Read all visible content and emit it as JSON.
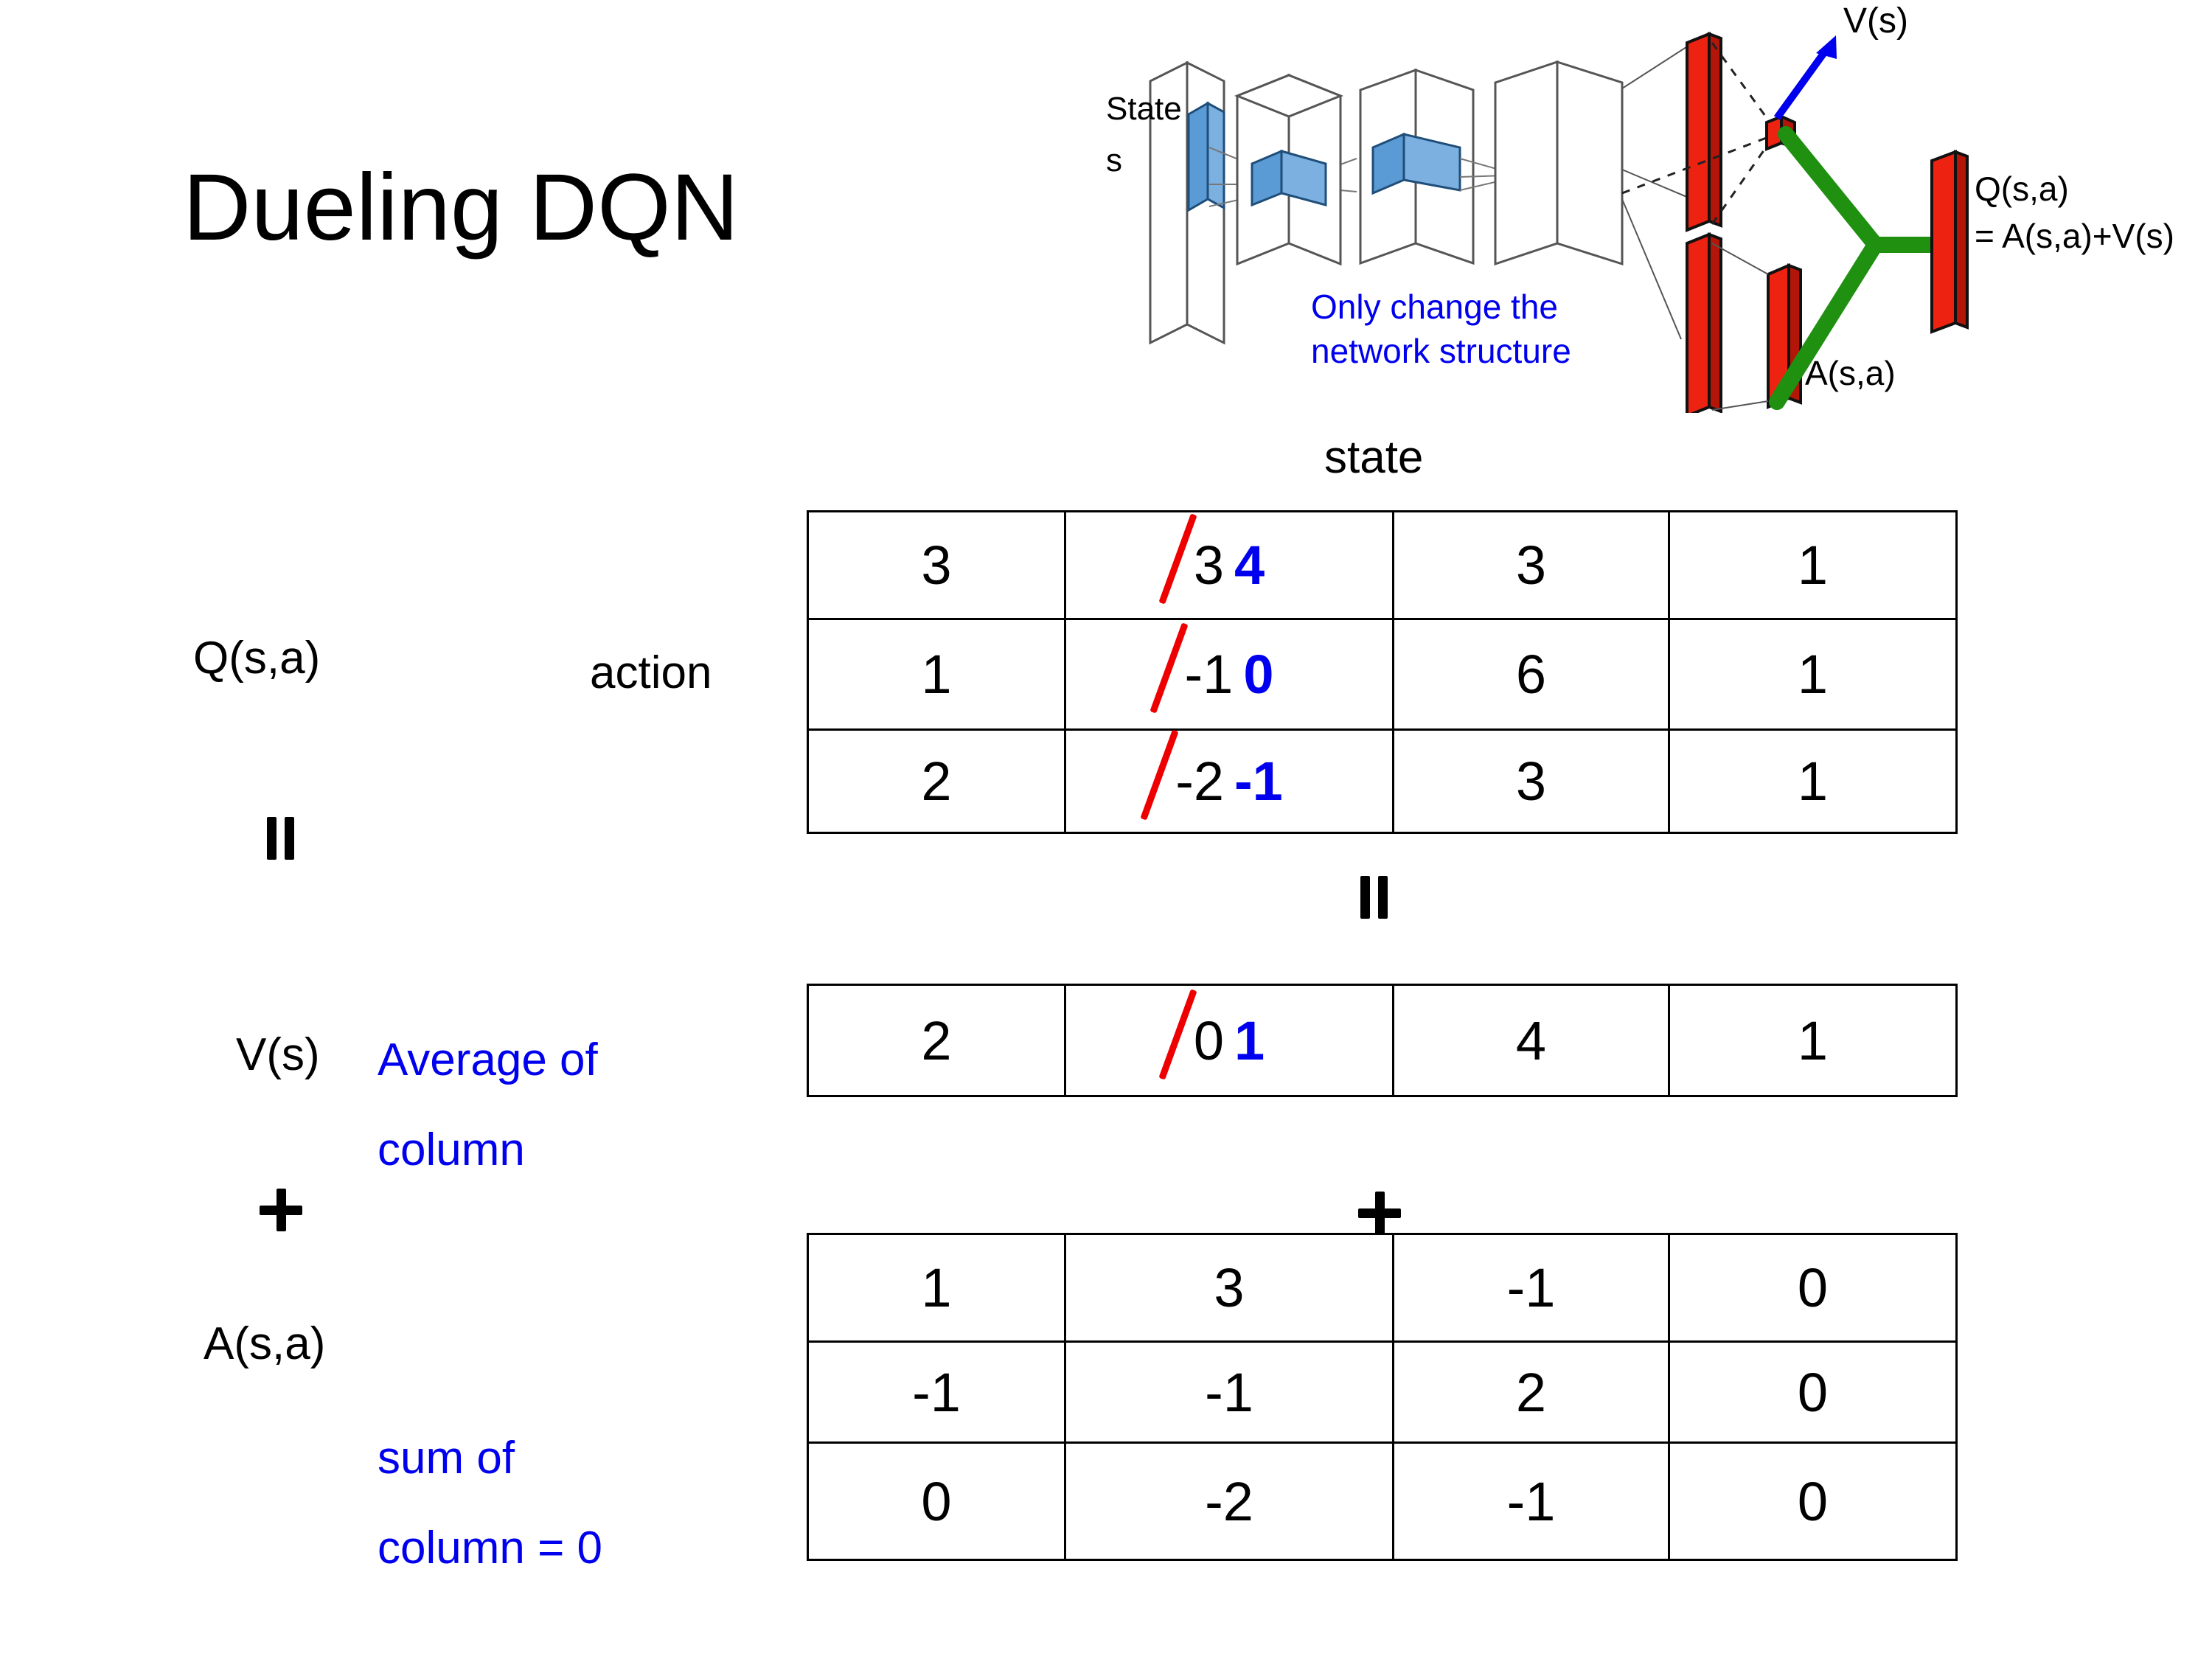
{
  "slide": {
    "title": "Dueling DQN"
  },
  "diagram": {
    "state_label_line1": "State",
    "state_label_line2": "s",
    "note_line1": "Only change the",
    "note_line2": "network structure",
    "value_label": "V(s)",
    "advantage_label": "A(s,a)",
    "q_label_line1": "Q(s,a)",
    "q_label_line2": "= A(s,a)+V(s)",
    "colors": {
      "conv_block": "#ffffff",
      "feature_slab": "#5b9bd5",
      "fc_bar": "#ee2211",
      "combine_link": "#1f9010",
      "value_arrow": "#0000ee",
      "note_text": "#0000ee"
    }
  },
  "labels": {
    "state_header": "state",
    "action_header": "action",
    "q_label": "Q(s,a)",
    "v_label": "V(s)",
    "a_label": "A(s,a)",
    "equals_q_v": "=",
    "equals_table": "=",
    "plus_left": "+",
    "plus_table": "+",
    "avg_note_line1": "Average of",
    "avg_note_line2": "column",
    "sum_note_line1": "sum of",
    "sum_note_line2": "column = 0",
    "annotation_color": "#0000ee",
    "strike_color": "#ee0000"
  },
  "chart_data": {
    "type": "table",
    "title": "Dueling DQN value/advantage decomposition",
    "xlabel": "state",
    "ylabel": "action",
    "tables": [
      {
        "name": "Q(s,a)",
        "rows": 3,
        "cols": 4,
        "values": [
          [
            {
              "value": "3"
            },
            {
              "value": "3",
              "struck": true,
              "replacement": "4"
            },
            {
              "value": "3"
            },
            {
              "value": "1"
            }
          ],
          [
            {
              "value": "1"
            },
            {
              "value": "-1",
              "struck": true,
              "replacement": "0"
            },
            {
              "value": "6"
            },
            {
              "value": "1"
            }
          ],
          [
            {
              "value": "2"
            },
            {
              "value": "-2",
              "struck": true,
              "replacement": "-1"
            },
            {
              "value": "3"
            },
            {
              "value": "1"
            }
          ]
        ]
      },
      {
        "name": "V(s)",
        "rows": 1,
        "cols": 4,
        "values": [
          [
            {
              "value": "2"
            },
            {
              "value": "0",
              "struck": true,
              "replacement": "1"
            },
            {
              "value": "4"
            },
            {
              "value": "1"
            }
          ]
        ]
      },
      {
        "name": "A(s,a)",
        "rows": 3,
        "cols": 4,
        "values": [
          [
            {
              "value": "1"
            },
            {
              "value": "3"
            },
            {
              "value": "-1"
            },
            {
              "value": "0"
            }
          ],
          [
            {
              "value": "-1"
            },
            {
              "value": "-1"
            },
            {
              "value": "2"
            },
            {
              "value": "0"
            }
          ],
          [
            {
              "value": "0"
            },
            {
              "value": "-2"
            },
            {
              "value": "-1"
            },
            {
              "value": "0"
            }
          ]
        ]
      }
    ]
  }
}
